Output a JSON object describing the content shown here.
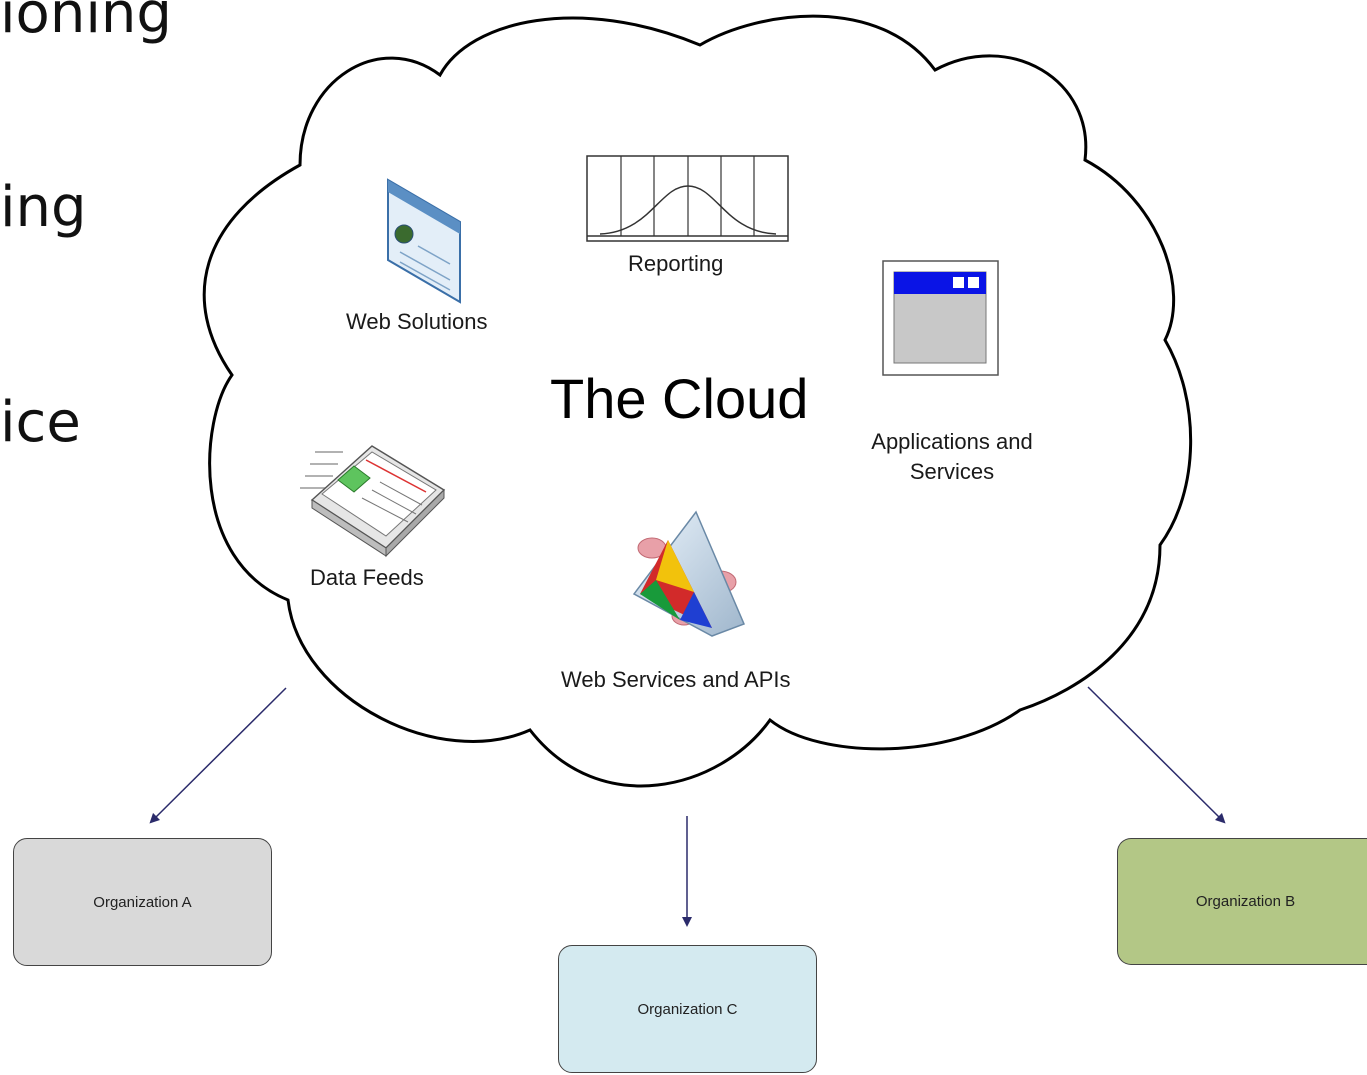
{
  "slide_text": {
    "line1": "ioning",
    "line2": "ing",
    "line3": "ice"
  },
  "cloud": {
    "title": "The Cloud",
    "items": {
      "web_solutions": "Web Solutions",
      "reporting": "Reporting",
      "applications_line1": "Applications and",
      "applications_line2": "Services",
      "data_feeds": "Data Feeds",
      "web_services": "Web Services and APIs"
    }
  },
  "organizations": {
    "a": {
      "label": "Organization A",
      "color": "#d9d9d9"
    },
    "b": {
      "label": "Organization B",
      "color": "#b3c786"
    },
    "c": {
      "label": "Organization C",
      "color": "#d4eaf0"
    }
  },
  "colors": {
    "arrow": "#2b2b6b",
    "cloud_outline": "#000000",
    "app_titlebar": "#0a14e6"
  }
}
